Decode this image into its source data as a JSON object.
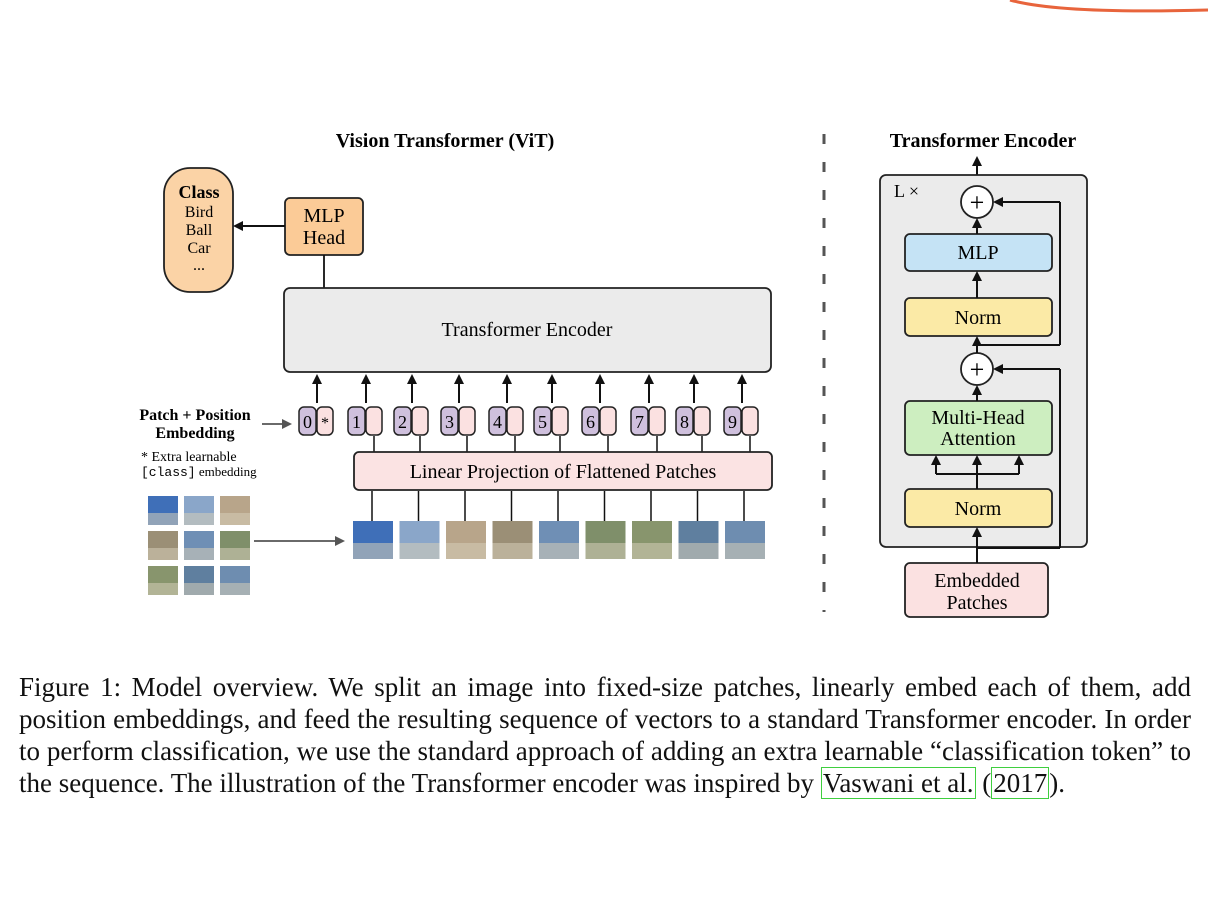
{
  "vit": {
    "title": "Vision Transformer (ViT)",
    "class_box": [
      "Class",
      "Bird",
      "Ball",
      "Car",
      "..."
    ],
    "mlp_head": [
      "MLP",
      "Head"
    ],
    "transformer_encoder_label": "Transformer Encoder",
    "patch_position_label": [
      "Patch + Position",
      "Embedding"
    ],
    "extra_note_line1": "* Extra learnable",
    "extra_note_code": "[class]",
    "extra_note_rest": " embedding",
    "token_labels": [
      "0",
      "1",
      "2",
      "3",
      "4",
      "5",
      "6",
      "7",
      "8",
      "9"
    ],
    "class_token_mark": "*",
    "linear_projection_label": "Linear Projection of Flattened Patches"
  },
  "encoder": {
    "title": "Transformer Encoder",
    "repeat_label": "L ×",
    "plus_symbol": "+",
    "mlp_label": "MLP",
    "norm_label": "Norm",
    "attention_label": [
      "Multi-Head",
      "Attention"
    ],
    "embedded_patches_label": [
      "Embedded",
      "Patches"
    ]
  },
  "caption": {
    "text": "Figure 1: Model overview. We split an image into fixed-size patches, linearly embed each of them, add position embeddings, and feed the resulting sequence of vectors to a standard Transformer encoder. In order to perform classification, we use the standard approach of adding an extra learnable “classification token” to the sequence. The illustration of the Transformer encoder was inspired by",
    "citation_author": "Vaswani et al.",
    "citation_open": "(",
    "citation_year": "2017",
    "citation_close": ")."
  },
  "colors": {
    "accent_orange": "#e8643c",
    "class_fill": "#fbd3a6",
    "mlp_head_fill": "#fbcb97",
    "encoder_fill": "#ebebeb",
    "token_purple": "#cfc0dd",
    "token_pink": "#fbe1e1",
    "projection_fill": "#fbe3e3",
    "mlp_fill": "#c5e3f5",
    "norm_fill": "#fbeaa6",
    "attention_fill": "#cdeec0",
    "citation_border": "#3fcf3f"
  }
}
